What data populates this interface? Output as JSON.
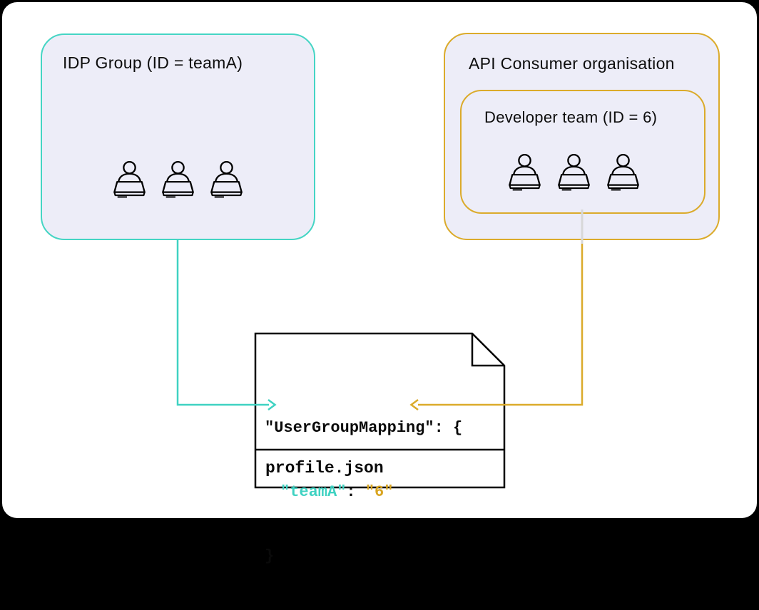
{
  "colors": {
    "teal": "#3FD2C2",
    "gold": "#DBAB2B",
    "gold_text": "#D9A521",
    "box_fill": "#EDEDF8",
    "gray_connector": "#D8D8D8",
    "outline_black": "#000000",
    "canvas_fill": "#FFFFFF",
    "frame_black": "#000000"
  },
  "idp_group_box": {
    "title": "IDP Group (ID = teamA)",
    "member_count": 3,
    "member_icon": "user-laptop-icon"
  },
  "api_consumer_box": {
    "title": "API Consumer organisation",
    "developer_team_box": {
      "title": "Developer team (ID = 6)",
      "member_count": 3,
      "member_icon": "user-laptop-icon"
    }
  },
  "profile_document": {
    "filename": "profile.json",
    "code_line_1": "\"UserGroupMapping\": {",
    "code_line_2_key": "\"teamA\"",
    "code_line_2_separator": ": ",
    "code_line_2_value": "\"6\"",
    "code_line_3": "}"
  },
  "connectors": [
    {
      "name": "idp-group-to-teamA-key",
      "color_role": "teal",
      "from": "IDP Group box",
      "to": "\"teamA\" key in profile.json"
    },
    {
      "name": "developer-team-to-value-6",
      "color_role": "gold",
      "from": "Developer team box",
      "to": "\"6\" value in profile.json"
    }
  ]
}
